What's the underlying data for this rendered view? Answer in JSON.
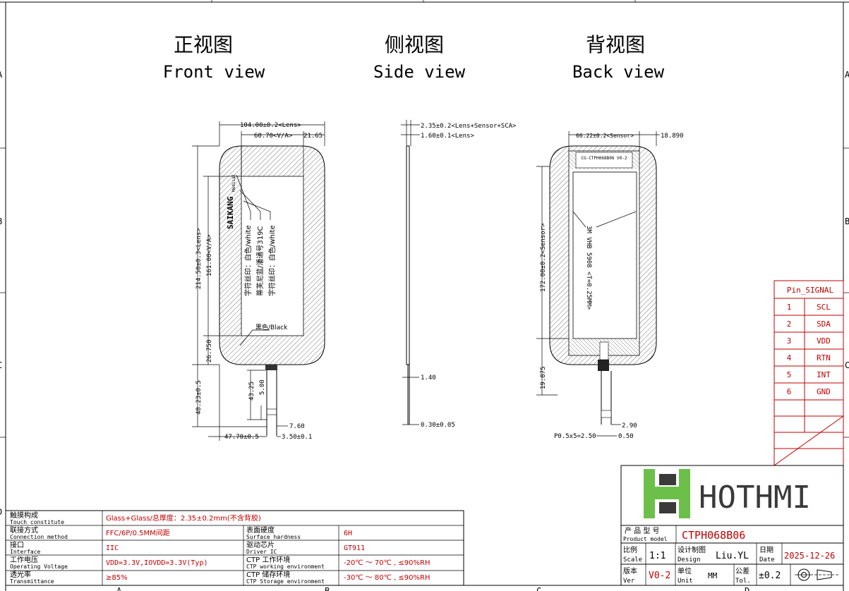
{
  "frame": {
    "cols": [
      "A",
      "B",
      "C",
      "D"
    ],
    "rows": [
      "A",
      "B",
      "C",
      "D"
    ]
  },
  "views": {
    "front_cn": "正视图",
    "front_en": "Front view",
    "side_cn": "侧视图",
    "side_en": "Side view",
    "back_cn": "背视图",
    "back_en": "Back view"
  },
  "front": {
    "dim_lens_w": "104.00±0.2<Lens>",
    "dim_va_w": "60.70<V/A>",
    "dim_21": "21.65",
    "dim_lens_h": "214.50±0.3<Lens>",
    "dim_va_h": "161.00<V/A>",
    "dim_26": "26.750",
    "dim_48": "48.23±0.5",
    "dim_43": "43.25",
    "dim_5": "5.00",
    "dim_76": "7.60",
    "dim_47": "47.70±0.5",
    "dim_35": "3.50±0.1",
    "logo_text": "SAIKANG",
    "logo_sub": "Medical",
    "callout1": "字符丝印：白色/white",
    "callout2": "蒂芙尼蓝/潘通号319C",
    "callout3": "字符丝印：白色/white",
    "black_label": "黑色/Black"
  },
  "side": {
    "dim_total": "2.35±0.2<Lens+Sensor+SCA>",
    "dim_lens": "1.60±0.1<Lens>",
    "dim_140": "1.40",
    "dim_030": "0.30±0.05"
  },
  "back": {
    "dim_sensor_w": "66.22±0.2<Sensor>",
    "dim_18": "18.890",
    "dim_sensor_h": "172.00±0.2<Sensor>",
    "dim_19": "19.875",
    "dim_290": "2.90",
    "dim_pitch": "P0.5x5=2.50",
    "dim_050": "0.50",
    "model_label": "CG-CTPH068B06 V0-2",
    "vhb_label": "3M VHB 5908 <T=0.25MM>"
  },
  "pins": {
    "title": "Pin_SIGNAL",
    "rows": [
      {
        "no": "1",
        "sig": "SCL"
      },
      {
        "no": "2",
        "sig": "SDA"
      },
      {
        "no": "3",
        "sig": "VDD"
      },
      {
        "no": "4",
        "sig": "RTN"
      },
      {
        "no": "5",
        "sig": "INT"
      },
      {
        "no": "6",
        "sig": "GND"
      }
    ]
  },
  "specs": [
    {
      "cn": "触摸构成",
      "en": "Touch constitute",
      "value": "Glass+Glass/总厚度：2.35±0.2mm(不含背胶)",
      "cn2": "",
      "en2": "",
      "value2": ""
    },
    {
      "cn": "联接方式",
      "en": "Connection method",
      "value": "FFC/6P/0.5MM间距",
      "cn2": "表面硬度",
      "en2": "Surface hardness",
      "value2": "6H"
    },
    {
      "cn": "接口",
      "en": "Interface",
      "value": "IIC",
      "cn2": "驱动芯片",
      "en2": "Driver IC",
      "value2": "GT911"
    },
    {
      "cn": "工作电压",
      "en": "Operating Voltage",
      "value": "VDD=3.3V,IOVDD=3.3V(Typ)",
      "cn2": "CTP 工作环境",
      "en2": "CTP working environment",
      "value2": "-20℃ ～ 70℃ , ≤90%RH"
    },
    {
      "cn": "透光率",
      "en": "Transmittance",
      "value": "≥85%",
      "cn2": "CTP 储存环境",
      "en2": "CTP Storage environment",
      "value2": "-30℃ ～ 80℃ , ≤90%RH"
    }
  ],
  "title_block": {
    "brand": "HOTHMI",
    "model_cn": "产 品 型 号",
    "model_en": "Product model",
    "model": "CTPH068B06",
    "scale_cn": "比例",
    "scale_en": "Scale",
    "scale": "1:1",
    "design_cn": "设计制图",
    "design_en": "Design",
    "designer": "Liu.YL",
    "date_cn": "日期",
    "date_en": "Date",
    "date": "2025-12-26",
    "ver_cn": "版本",
    "ver_en": "Ver",
    "ver": "V0-2",
    "unit_cn": "单位",
    "unit_en": "Unit",
    "unit": "MM",
    "tol_cn": "公差",
    "tol_en": "Tol.",
    "tol": "±0.2"
  },
  "colors": {
    "accent": "#c00000",
    "logo_green": "#6cc04a",
    "logo_dark": "#3a3a3a"
  }
}
